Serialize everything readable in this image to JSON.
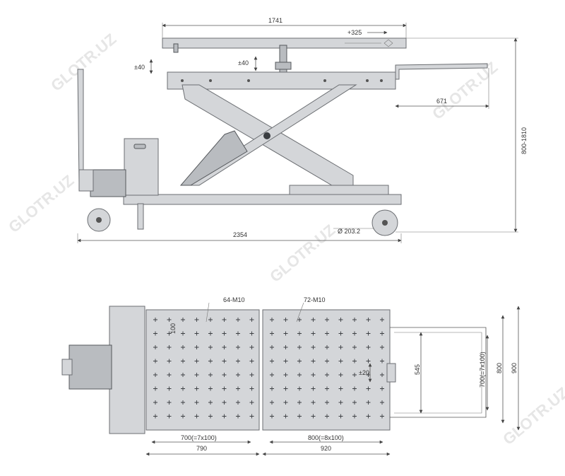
{
  "watermark": "GLOTR.UZ",
  "side_view": {
    "dims": {
      "top_length": "1741",
      "extension": "+325",
      "adj_left": "±40",
      "adj_mid": "±40",
      "handle_reach": "671",
      "height_range": "800-1810",
      "overall_length": "2354",
      "wheel_diameter": "Ø 203.2"
    }
  },
  "top_view": {
    "dims": {
      "thread_left": "64-M10",
      "thread_right": "72-M10",
      "pitch": "100",
      "shift": "±20",
      "left_holes": "700(=7x100)",
      "left_width": "790",
      "right_holes": "800(=8x100)",
      "right_width": "920",
      "ext_length": "545",
      "ext_holes": "700(=7x100)",
      "ext_inner": "800",
      "ext_outer": "900"
    }
  },
  "colors": {
    "body": "#d4d6d9",
    "outline": "#6b6e72",
    "dim": "#555555"
  }
}
